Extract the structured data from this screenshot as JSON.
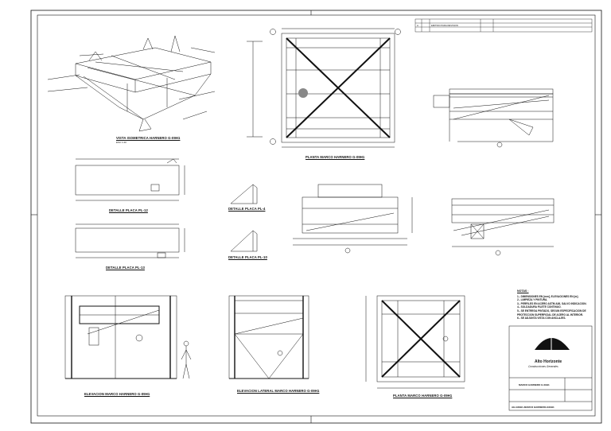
{
  "drawing": {
    "views": [
      {
        "id": "iso",
        "title": "VISTA ISOMETRICA HARNERO G-09H1"
      },
      {
        "id": "plan_top",
        "title": "PLANTA MARCO HARNERO G-09H1"
      },
      {
        "id": "pl12",
        "title": "DETALLE PLACA PL-12"
      },
      {
        "id": "pl13",
        "title": "DETALLE PLACA PL-13"
      },
      {
        "id": "pl4",
        "title": "DETALLE PLACA PL-4"
      },
      {
        "id": "pl10",
        "title": "DETALLE PLACA PL-10"
      },
      {
        "id": "elev_front",
        "title": "ELEVACION MARCO HARNERO G-09H1"
      },
      {
        "id": "elev_side",
        "title": "ELEVACION LATERAL MARCO HARNERO G-09H1"
      },
      {
        "id": "plan_bottom",
        "title": "PLANTA MARCO HARNERO G-09H1"
      }
    ],
    "scale_label": "ESC 1:20",
    "notes": {
      "heading": "NOTAS :",
      "items": [
        "1.- DIMENSIONES EN [mm], ELEVACIONES EN [m].",
        "2.- LIMPIEZA Y PINTURA.",
        "3.- PERFILES EN ACERO ASTM A36, SALVO INDICACION.",
        "4.- SOLDADURA FILETE CONTINUO.",
        "5.- SE ENTREGA PINTADO, SEGUN ESPECIFICACION DE PROTECCION SUPERFICIAL DE ACERO AL INTERIOR.",
        "6.- SE ADJUNTA VISTA CON ANCLAJES."
      ]
    },
    "title_block": {
      "company": "Alto Horizonte",
      "tagline": "Construcciones Generales",
      "description": "MARCO HARNERO G-09H1",
      "code": "AH-G09H1-MARCO HARNERO-G09H1"
    },
    "revision_row": [
      "A",
      "EMITIDO PARA REVISION"
    ]
  }
}
